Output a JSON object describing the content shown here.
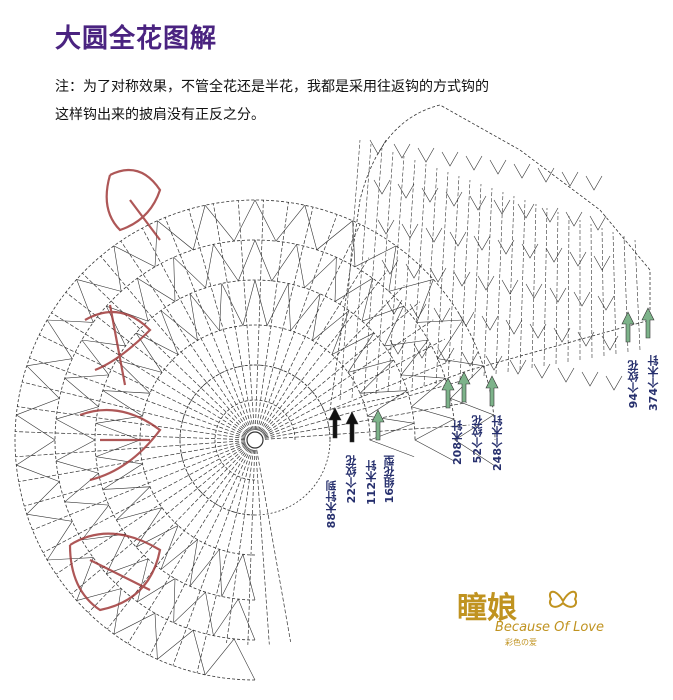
{
  "title": "大圆全花图解",
  "note": {
    "line1": "注：为了对称效果，不管全花还是半花，我都是采用往返钩的方式钩的",
    "line2": "这样钩出来的披肩没有正反之分。"
  },
  "labels": [
    "16组花型",
    "112木针",
    "22个纹花",
    "88木针到",
    "208木针",
    "52个纹花",
    "248个木针",
    "94个纹花",
    "374个木针"
  ],
  "colors": {
    "title": "#4a2380",
    "stitch": "#333333",
    "arrow_green": "#7db38a",
    "arrow_black": "#111111",
    "label": "#27306e",
    "watermark": "#a0393a",
    "logo": "#c09320"
  },
  "logo": {
    "cn": "瞳娘",
    "en": "Because Of Love",
    "small": "彩色の爱"
  }
}
